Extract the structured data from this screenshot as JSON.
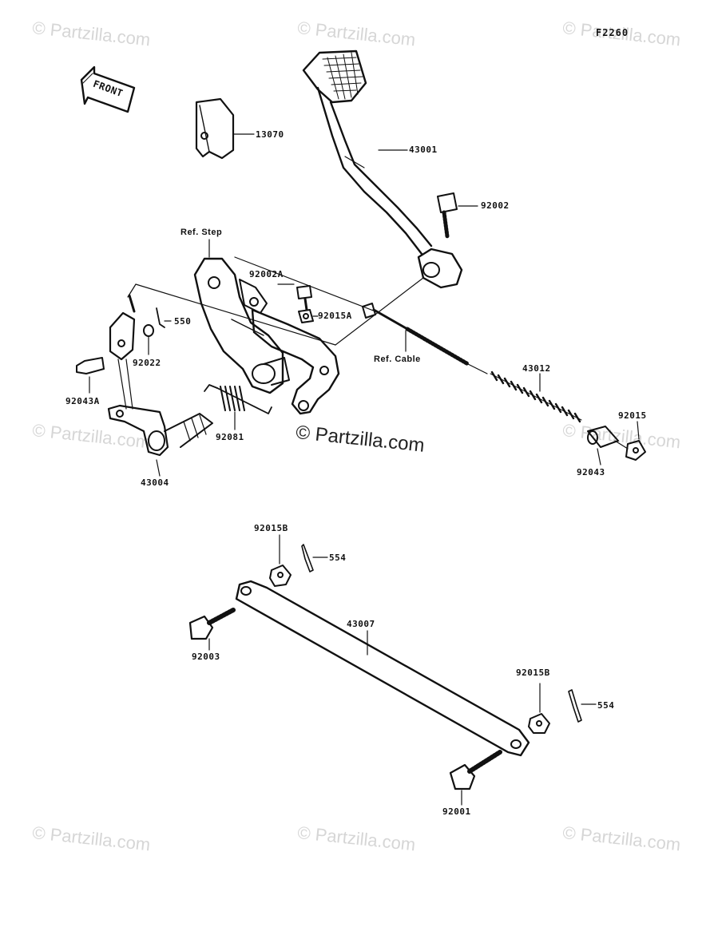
{
  "figure_code": "F2260",
  "watermark_text": "© Partzilla.com",
  "center_watermark_text": "© Partzilla.com",
  "front_label": "FRONT",
  "refs": {
    "step": "Ref. Step",
    "cable": "Ref. Cable"
  },
  "parts": {
    "p13070": "13070",
    "p43001": "43001",
    "p92002": "92002",
    "p92002A": "92002A",
    "p92015A": "92015A",
    "p550": "550",
    "p92022": "92022",
    "p92043A": "92043A",
    "p92081": "92081",
    "p43004": "43004",
    "p43012": "43012",
    "p92015": "92015",
    "p92043": "92043",
    "p92015B_top": "92015B",
    "p554_top": "554",
    "p43007": "43007",
    "p92003": "92003",
    "p92015B_bot": "92015B",
    "p554_bot": "554",
    "p92001": "92001"
  },
  "colors": {
    "ink": "#111111",
    "watermark": "#d6d6d6"
  }
}
